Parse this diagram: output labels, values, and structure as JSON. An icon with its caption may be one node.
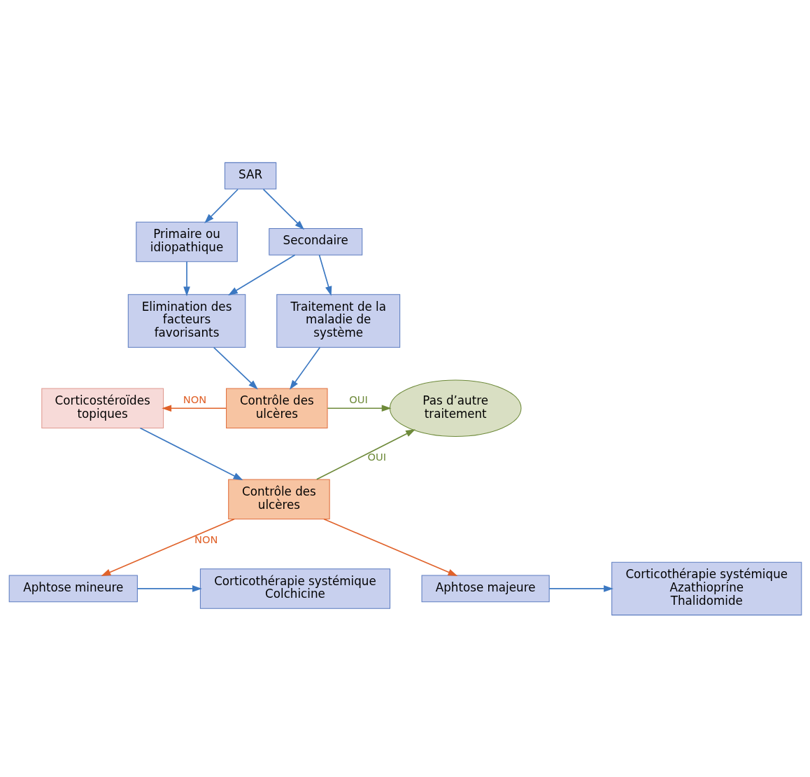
{
  "diagram": {
    "nodes": [
      {
        "text": [
          "SAR"
        ]
      },
      {
        "text": [
          "Primaire ou idiopathique"
        ]
      },
      {
        "text": [
          "Secondaire"
        ]
      },
      {
        "text": [
          "Elimination des facteurs favorisants"
        ]
      },
      {
        "text": [
          "Traitement de la maladie de système"
        ]
      },
      {
        "text": [
          "Contrôle des ulcères"
        ]
      },
      {
        "text": [
          "Corticostéroïdes topiques"
        ]
      },
      {
        "text": [
          "Pas d’autre traitement"
        ]
      },
      {
        "text": [
          "Contrôle des ulcères"
        ]
      },
      {
        "text": [
          "Aphtose mineure"
        ]
      },
      {
        "text": [
          "Corticothérapie systémique",
          "Colchicine"
        ]
      },
      {
        "text": [
          "Aphtose majeure"
        ]
      },
      {
        "text": [
          "Corticothérapie systémique",
          "Azathioprine",
          "Thalidomide"
        ]
      }
    ],
    "edges": [
      {
        "from": 0,
        "to": 1,
        "arrow": "to"
      },
      {
        "from": 0,
        "to": 2,
        "arrow": "to"
      },
      {
        "from": 1,
        "to": 3,
        "arrow": "to"
      },
      {
        "from": 2,
        "to": 3,
        "arrow": "to"
      },
      {
        "from": 2,
        "to": 4,
        "arrow": "to"
      },
      {
        "from": 3,
        "to": 5,
        "arrow": "to"
      },
      {
        "from": 4,
        "to": 5,
        "arrow": "to"
      },
      {
        "from": 5,
        "to": 6,
        "arrow": "to",
        "label": "NON",
        "color": "#e0622a"
      },
      {
        "from": 5,
        "to": 7,
        "arrow": "to",
        "label": "OUI",
        "color": "#6e8a3a"
      },
      {
        "from": 6,
        "to": 8,
        "arrow": "to"
      },
      {
        "from": 8,
        "to": 7,
        "arrow": "to",
        "label": "OUI",
        "color": "#6e8a3a"
      },
      {
        "from": 8,
        "to": 9,
        "arrow": "to",
        "label": "NON",
        "color": "#e0622a"
      },
      {
        "from": 8,
        "to": 11,
        "arrow": "to",
        "color": "#e0622a"
      },
      {
        "from": 9,
        "to": 10,
        "arrow": "to"
      },
      {
        "from": 11,
        "to": 12,
        "arrow": "to"
      }
    ]
  }
}
